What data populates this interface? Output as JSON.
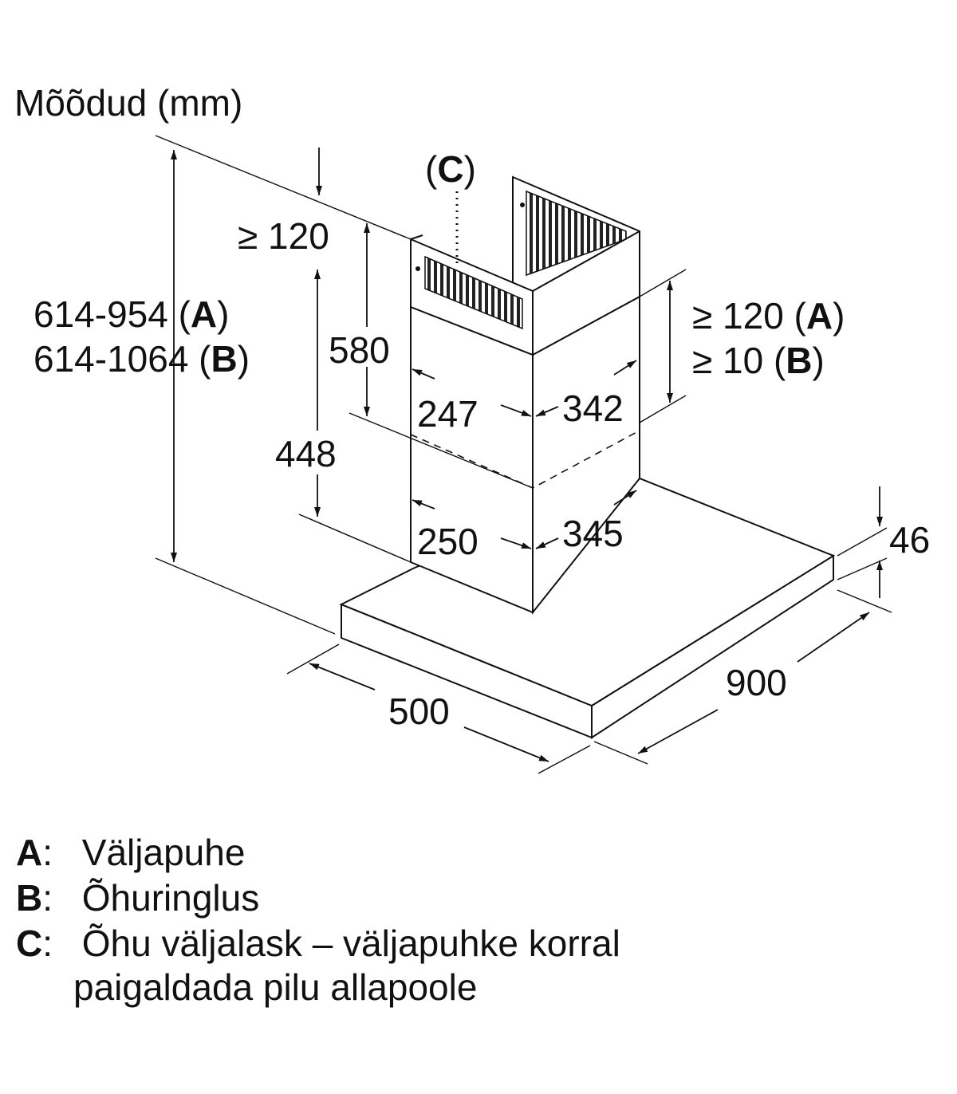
{
  "title": "Mõõdud (mm)",
  "labels": {
    "c_marker": {
      "open": "(",
      "letter": "C",
      "close": ")"
    },
    "min_top": "≥ 120",
    "height_a": {
      "value": "614-954 (",
      "letter": "A",
      "close": ")"
    },
    "height_b": {
      "value": "614-1064 (",
      "letter": "B",
      "close": ")"
    },
    "chimney_upper": "580",
    "chimney_lower": "448",
    "clearance_a": {
      "value": "≥ 120 (",
      "letter": "A",
      "close": ")"
    },
    "clearance_b": {
      "value": "≥ 10 (",
      "letter": "B",
      "close": ")"
    },
    "upper_width": "247",
    "upper_depth": "342",
    "lower_width": "250",
    "lower_depth": "345",
    "canopy_height": "46",
    "canopy_width": "900",
    "canopy_depth": "500"
  },
  "legend": [
    {
      "key": "A",
      "sep": ":",
      "text": " Väljapuhe"
    },
    {
      "key": "B",
      "sep": ":",
      "text": " Õhuringlus"
    },
    {
      "key": "C",
      "sep": ":",
      "text": " Õhu väljalask – väljapuhke korral",
      "text2": "paigaldada pilu allapoole"
    }
  ]
}
